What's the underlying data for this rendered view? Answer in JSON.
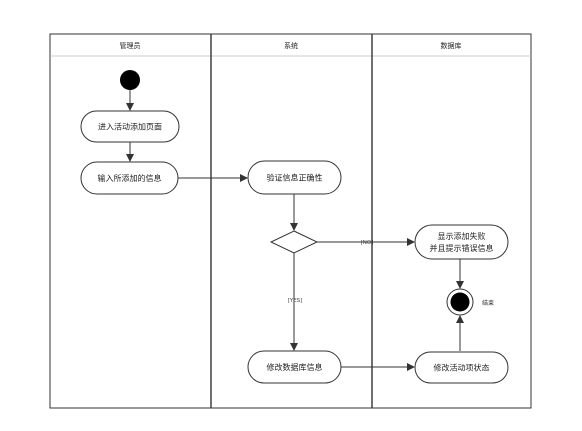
{
  "lanes": [
    {
      "title": "管理员"
    },
    {
      "title": "系统"
    },
    {
      "title": "数据库"
    }
  ],
  "nodes": {
    "enter_page": "进入活动添加页面",
    "input_info": "输入所添加的信息",
    "validate": "验证信息正确性",
    "fail_line1": "显示添加失败",
    "fail_line2": "并且提示错误信息",
    "modify_db": "修改数据库信息",
    "modify_status": "修改活动项状态"
  },
  "edge_labels": {
    "no": "[NO]",
    "yes": "[YES]"
  },
  "end_label": "结束"
}
